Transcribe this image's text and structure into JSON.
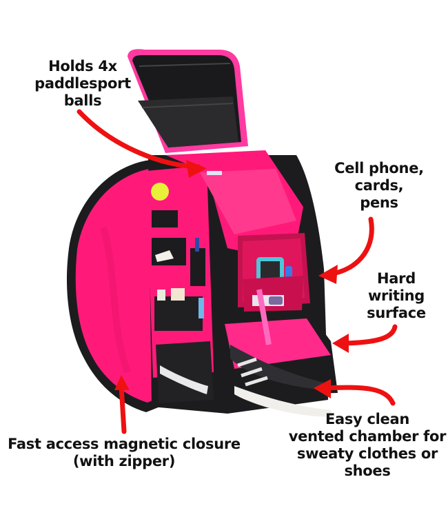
{
  "image": {
    "subject": "pink and black paddlesport backpack with open compartments",
    "background_color": "#ffffff",
    "accent_colors": {
      "lining_pink": "#ff1a7a",
      "trim_pink": "#e0168a",
      "bag_black": "#1c1c1e",
      "arrow_red": "#ee1111",
      "ball_yellow": "#e8f03a",
      "phone_case_teal": "#4ec6d8"
    }
  },
  "callouts": [
    {
      "id": "balls",
      "lines": [
        "Holds 4x",
        "paddlesport",
        "balls"
      ]
    },
    {
      "id": "phone",
      "lines": [
        "Cell phone,",
        "cards,",
        "pens"
      ]
    },
    {
      "id": "writing",
      "lines": [
        "Hard",
        "writing",
        "surface"
      ]
    },
    {
      "id": "magnetic",
      "lines": [
        "Fast access magnetic closure",
        "(with zipper)"
      ]
    },
    {
      "id": "vented",
      "lines": [
        "Easy clean",
        "vented chamber for",
        "sweaty clothes or",
        "shoes"
      ]
    }
  ]
}
